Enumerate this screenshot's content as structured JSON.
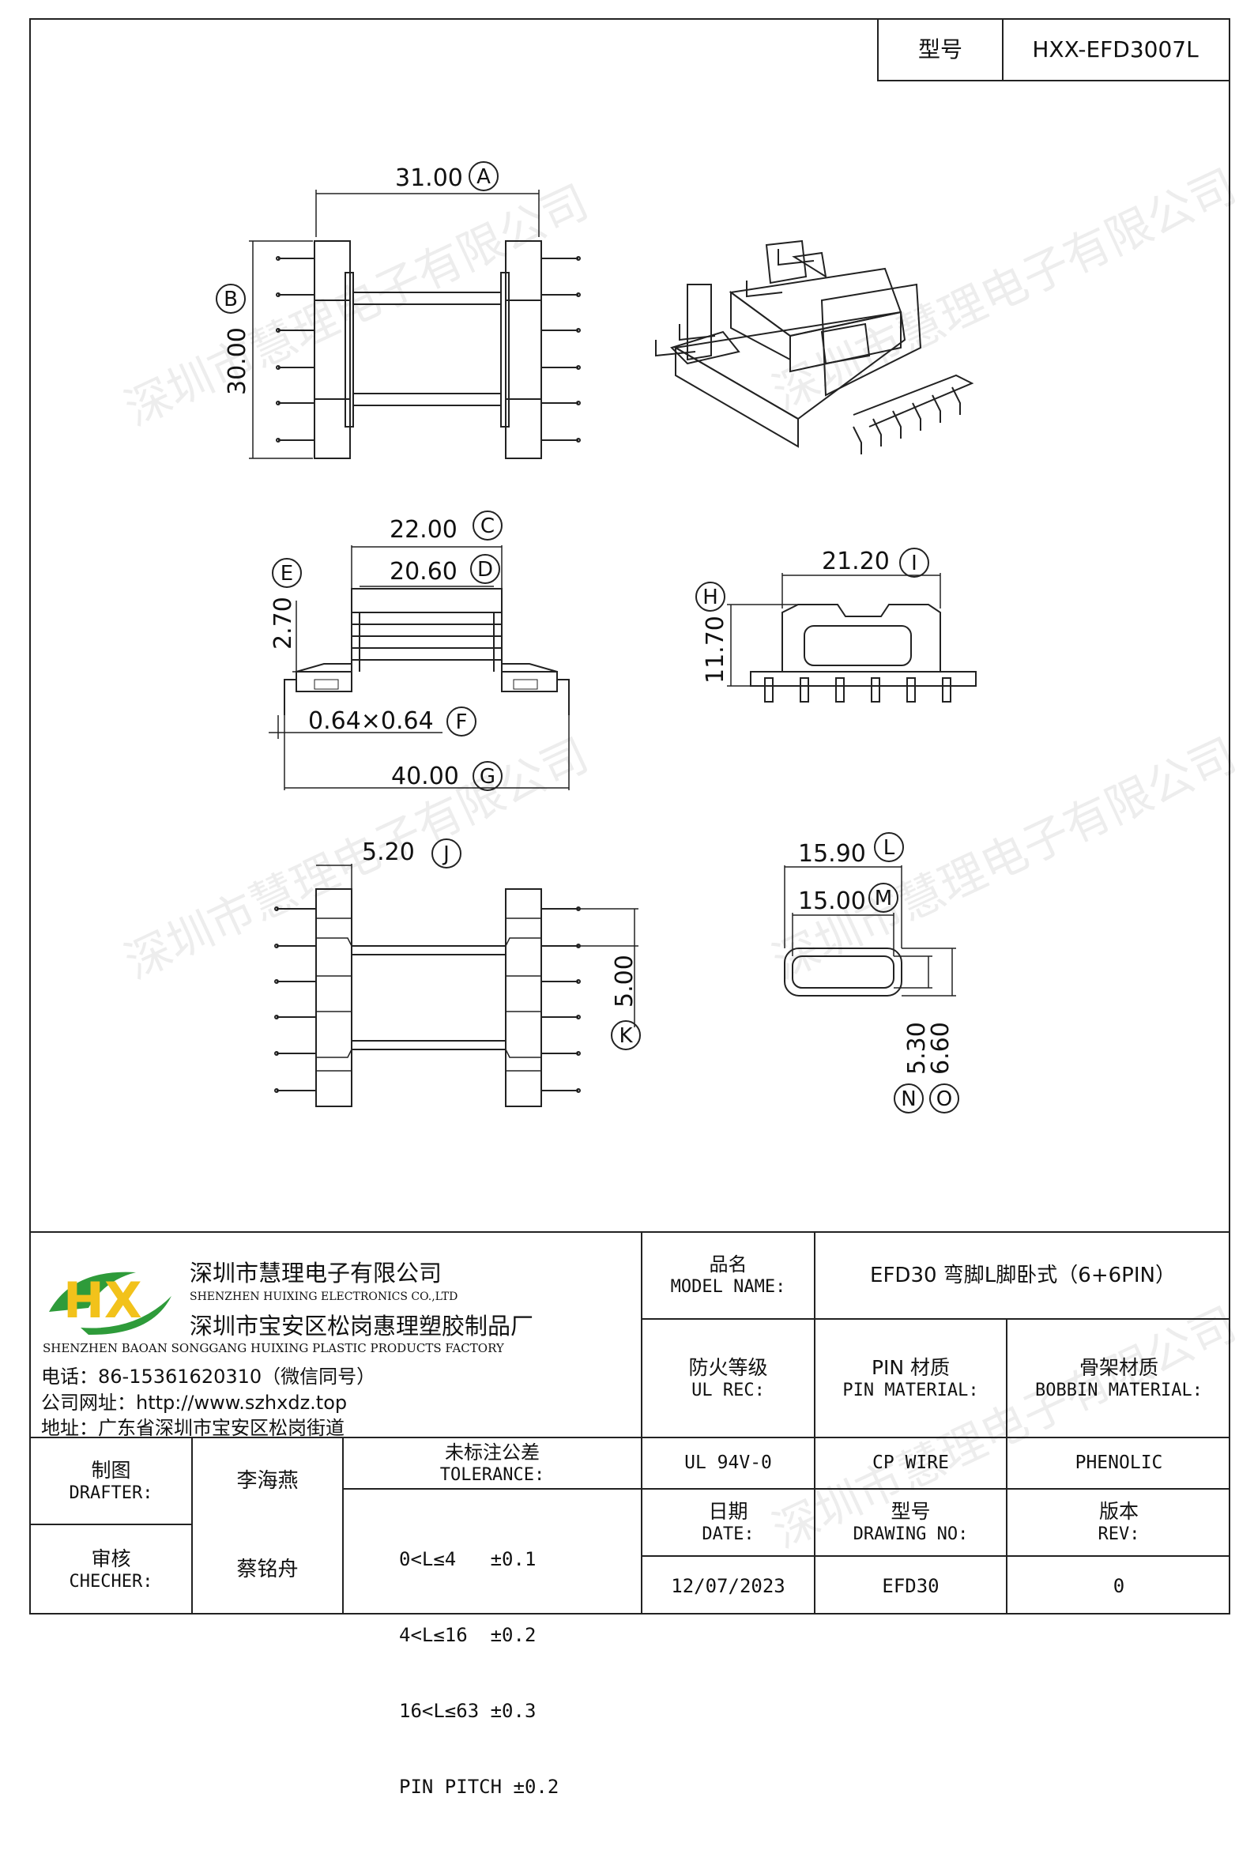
{
  "header": {
    "model_label": "型号",
    "model_value": "HXX-EFD3007L"
  },
  "watermark": "深圳市慧理电子有限公司",
  "dimensions": {
    "A": {
      "value": "31.00",
      "tag": "A"
    },
    "B": {
      "value": "30.00",
      "tag": "B"
    },
    "C": {
      "value": "22.00",
      "tag": "C"
    },
    "D": {
      "value": "20.60",
      "tag": "D"
    },
    "E": {
      "value": "2.70",
      "tag": "E"
    },
    "F": {
      "value": "0.64×0.64",
      "tag": "F"
    },
    "G": {
      "value": "40.00",
      "tag": "G"
    },
    "H": {
      "value": "11.70",
      "tag": "H"
    },
    "I": {
      "value": "21.20",
      "tag": "I"
    },
    "J": {
      "value": "5.20",
      "tag": "J"
    },
    "K": {
      "value": "5.00",
      "tag": "K"
    },
    "L": {
      "value": "15.90",
      "tag": "L"
    },
    "M": {
      "value": "15.00",
      "tag": "M"
    },
    "N": {
      "value": "5.30",
      "tag": "N"
    },
    "O": {
      "value": "6.60",
      "tag": "O"
    }
  },
  "company": {
    "name_cn": "深圳市慧理电子有限公司",
    "name_en": "SHENZHEN HUIXING ELECTRONICS CO.,LTD",
    "factory_cn": "深圳市宝安区松岗惠理塑胶制品厂",
    "factory_en": "SHENZHEN BAOAN SONGGANG HUIXING PLASTIC PRODUCTS FACTORY",
    "phone": "电话：86-15361620310（微信同号）",
    "website": "公司网址：http://www.szhxdz.top",
    "address": "地址：广东省深圳市宝安区松岗街道",
    "logo_letters": "HX"
  },
  "title_block": {
    "model_name_label_cn": "品名",
    "model_name_label_en": "MODEL NAME:",
    "model_name_value": "EFD30 弯脚L脚卧式（6+6PIN）",
    "fire_label_cn": "防火等级",
    "fire_label_en": "UL REC:",
    "pin_label_cn": "PIN 材质",
    "pin_label_en": "PIN MATERIAL:",
    "bobbin_label_cn": "骨架材质",
    "bobbin_label_en": "BOBBIN MATERIAL:",
    "fire_value": "UL 94V-0",
    "pin_value": "CP WIRE",
    "bobbin_value": "PHENOLIC",
    "drafter_label_cn": "制图",
    "drafter_label_en": "DRAFTER:",
    "drafter_value": "李海燕",
    "checker_label_cn": "审核",
    "checker_label_en": "CHECHER:",
    "checker_value": "蔡铭舟",
    "tolerance_label_cn": "未标注公差",
    "tolerance_label_en": "TOLERANCE:",
    "tolerances": [
      "0<L≤4   ±0.1",
      "4<L≤16  ±0.2",
      "16<L≤63 ±0.3",
      "PIN PITCH ±0.2"
    ],
    "date_label_cn": "日期",
    "date_label_en": "DATE:",
    "date_value": "12/07/2023",
    "drawing_label_cn": "型号",
    "drawing_label_en": "DRAWING NO:",
    "drawing_value": "EFD30",
    "rev_label_cn": "版本",
    "rev_label_en": "REV:",
    "rev_value": "0"
  }
}
